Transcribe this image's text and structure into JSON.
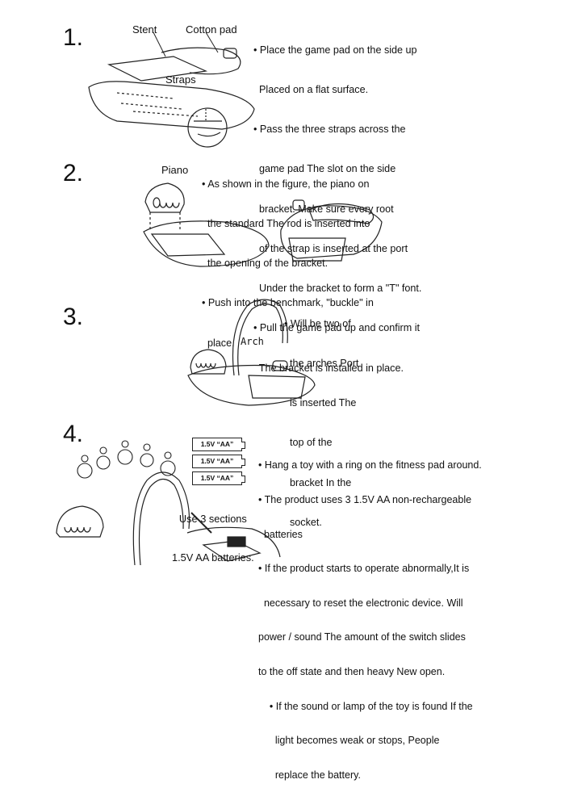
{
  "step1": {
    "number": "1.",
    "labels": {
      "stent": "Stent",
      "cotton_pad": "Cotton pad",
      "straps": "Straps"
    },
    "lines": [
      "• Place the game pad on the side up",
      "  Placed on a flat surface.",
      "• Pass the three straps across the",
      "  game pad The slot on the side",
      "  bracket. Make sure every root",
      "  of the strap is inserted at the port",
      "  Under the bracket to form a \"T\" font.",
      "• Pull the game pad up and confirm it",
      "  The bracket is installed in place."
    ]
  },
  "step2": {
    "number": "2.",
    "labels": {
      "piano": "Piano"
    },
    "lines": [
      "• As shown in the figure, the piano on",
      "  the standard The rod is inserted into",
      "  the opening of the bracket.",
      "• Push into the benchmark, \"buckle\" in",
      "  place."
    ]
  },
  "step3": {
    "number": "3.",
    "labels": {
      "arch": "Arch"
    },
    "lines": [
      "• Will be two of",
      "  the arches Port",
      "  is inserted The",
      "  top of the",
      "  bracket In the",
      "  socket."
    ]
  },
  "step4": {
    "number": "4.",
    "batteries": [
      "1.5V “AA”",
      "1.5V “AA”",
      "1.5V “AA”"
    ],
    "battery_caption": [
      "Use 3 sections",
      "1.5V AA batteries."
    ],
    "lines": [
      "• Hang a toy with a ring on the fitness pad around.",
      "• The product uses 3 1.5V AA non-rechargeable",
      "  batteries",
      "• If the product starts to operate abnormally,It is",
      "  necessary to reset the electronic device. Will",
      "power / sound The amount of the switch slides",
      "to the off state and then heavy New open.",
      "    • If the sound or lamp of the toy is found If the",
      "      light becomes weak or stops, People",
      "      replace the battery."
    ]
  }
}
